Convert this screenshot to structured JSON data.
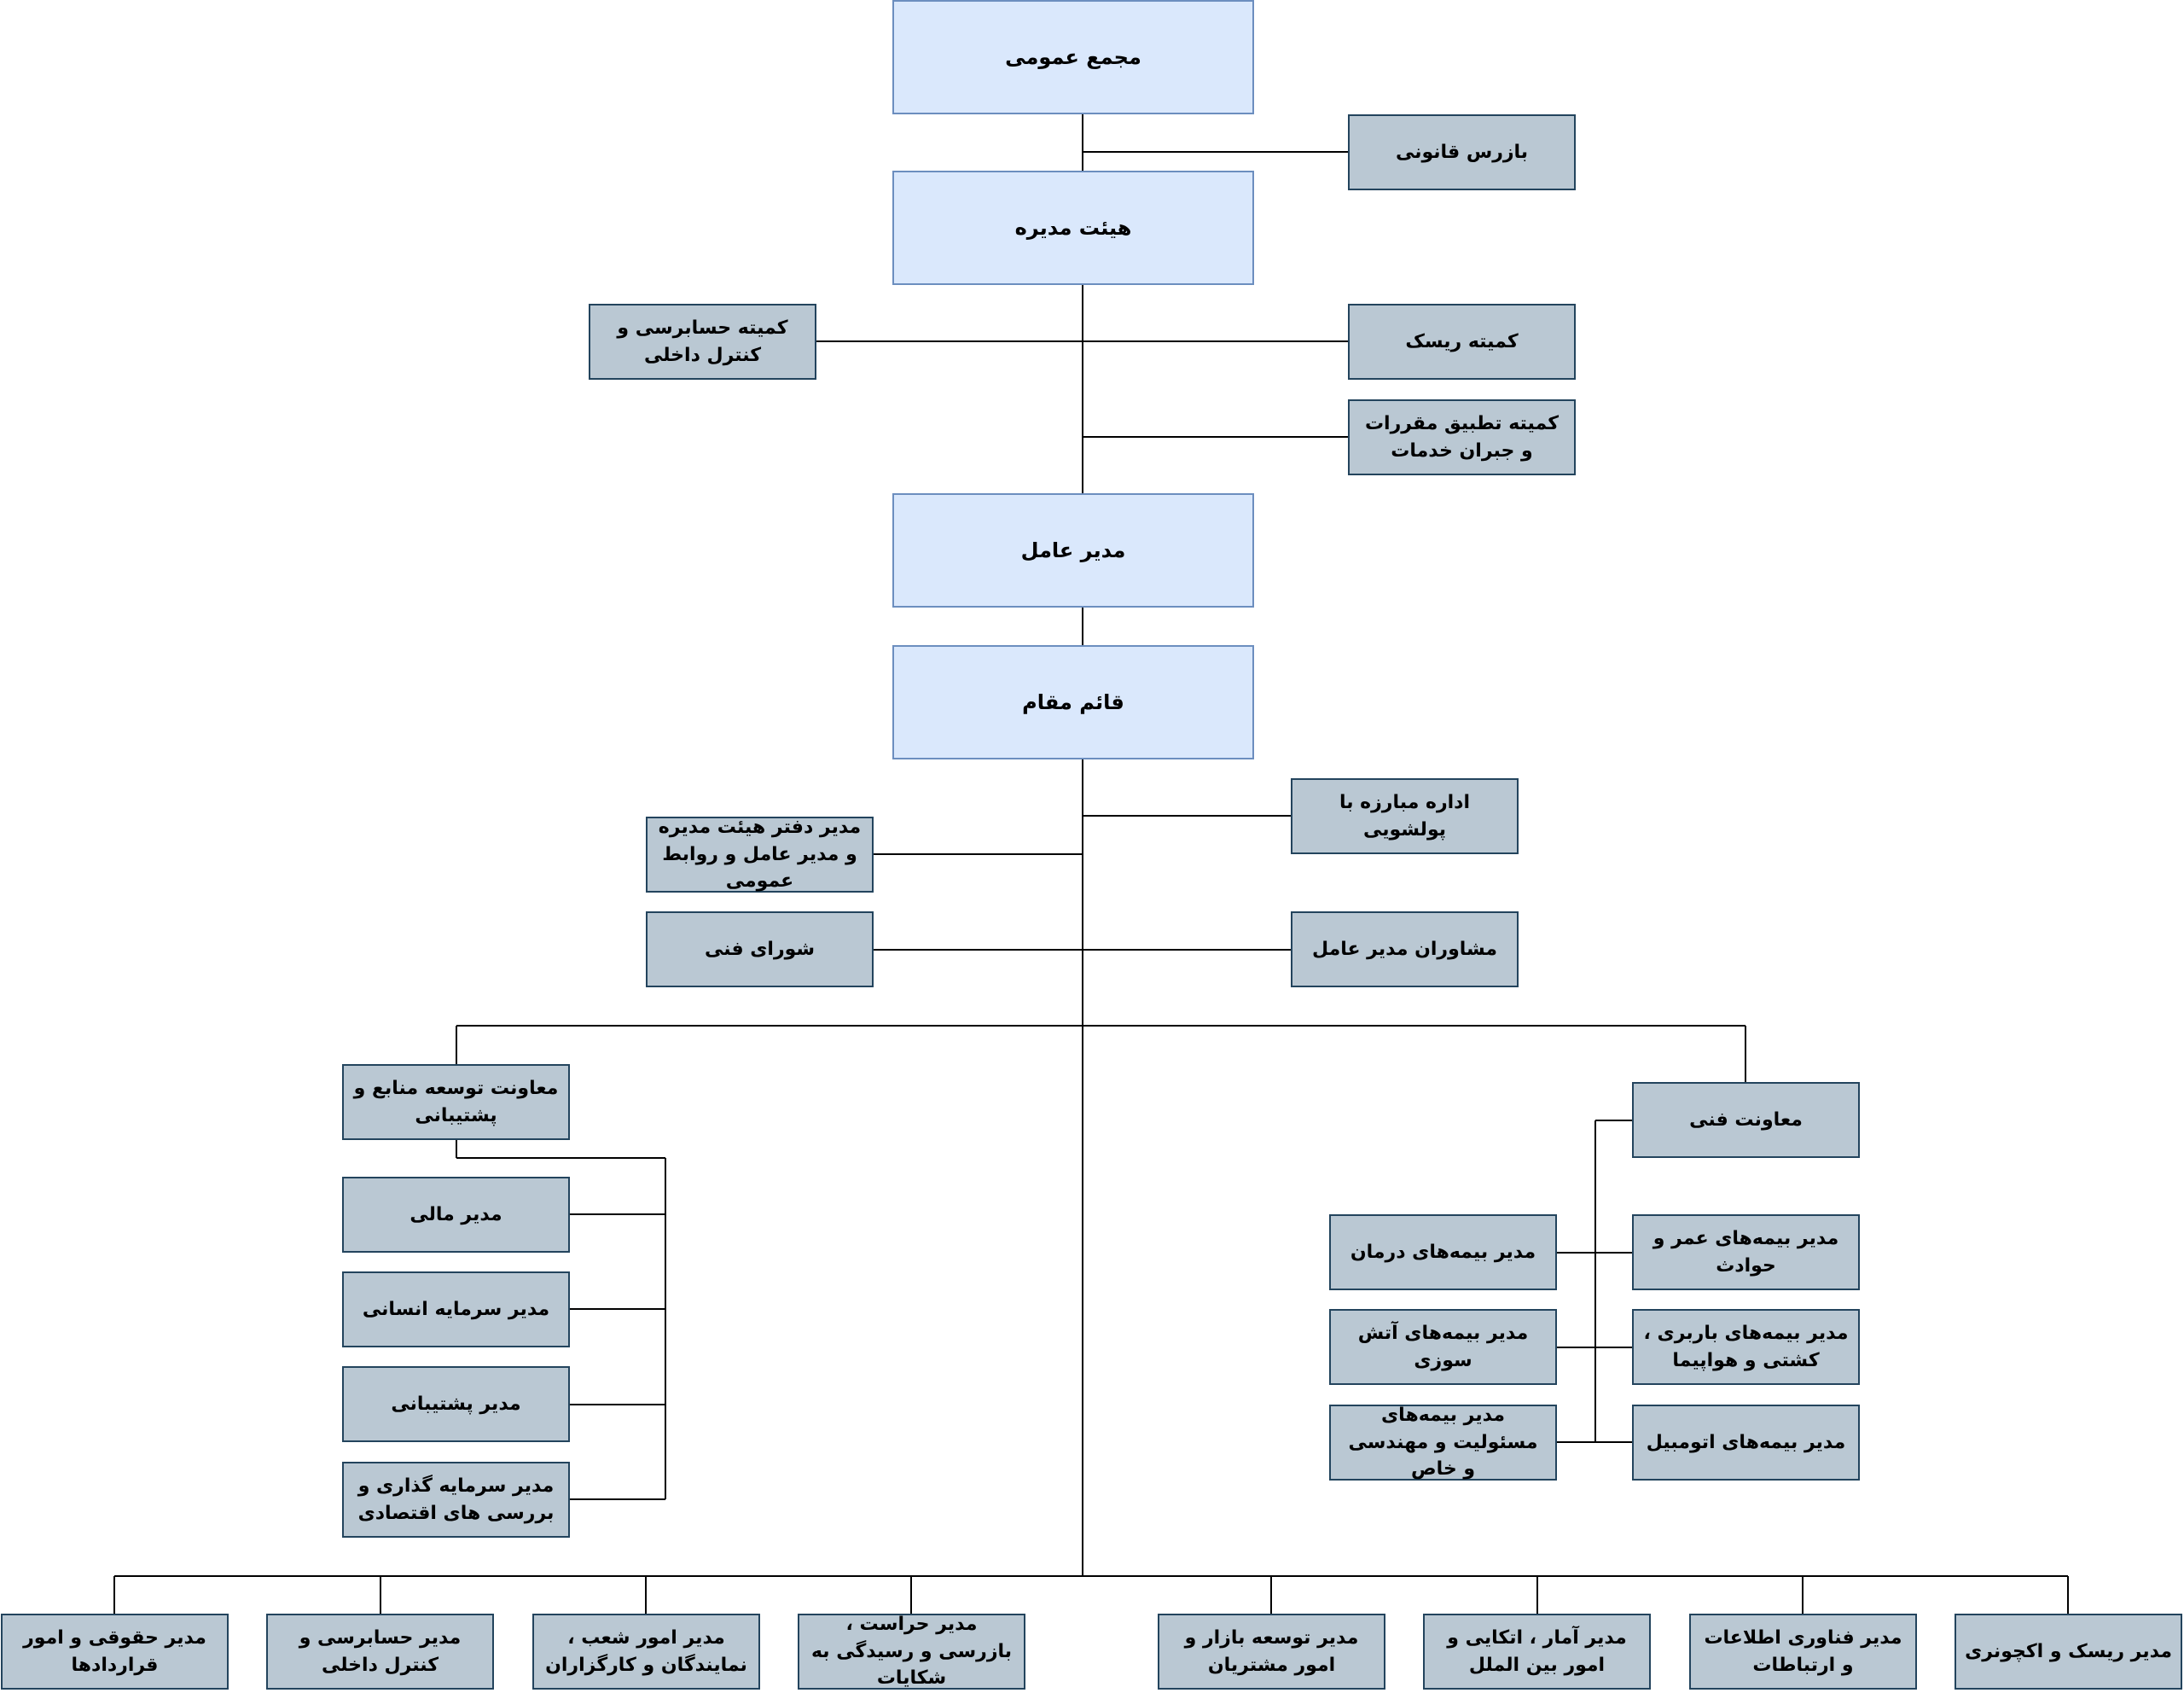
{
  "nodes": {
    "general_assembly": "مجمع عمومی",
    "legal_inspector": "بازرس قانونی",
    "board": "هیئت مدیره",
    "audit_committee": "کمیته حسابرسی و کنترل داخلی",
    "risk_committee": "کمیته ریسک",
    "compliance_committee": "کمیته تطبیق مقررات و جبران خدمات",
    "ceo": "مدیر عامل",
    "deputy": "قائم مقام",
    "aml_office": "اداره مبارزه با پولشویی",
    "board_office": "مدیر دفتر هیئت مدیره و مدیر عامل و روابط عمومی",
    "technical_council": "شورای فنی",
    "ceo_advisors": "مشاوران مدیر عامل",
    "resources_vp": "معاونت توسعه منابع و پشتیبانی",
    "technical_vp": "معاونت فنی",
    "finance": "مدیر مالی",
    "hr": "مدیر سرمایه انسانی",
    "support": "مدیر پشتیبانی",
    "investment": "مدیر سرمایه گذاری و بررسی های اقتصادی",
    "health_ins": "مدیر بیمه‌های درمان",
    "life_ins": "مدیر بیمه‌های عمر و حوادث",
    "fire_ins": "مدیر بیمه‌های آتش سوزی",
    "cargo_ins": "مدیر بیمه‌های  باربری ، کشتی و هواپیما",
    "liability_ins": "مدیر بیمه‌های مسئولیت و مهندسی و خاص",
    "auto_ins": "مدیر بیمه‌های اتومبیل",
    "legal": "مدیر حقوقی و امور قراردادها",
    "internal_audit": "مدیر حسابرسی و کنترل داخلی",
    "branches": "مدیر امور شعب ، نمایندگان و کارگزاران",
    "security": "مدیر حراست ، بازرسی و رسیدگی به شکایات",
    "marketing": "مدیر توسعه بازار و امور مشتریان",
    "stats_reins": "مدیر آمار ، اتکایی و امور بین الملل",
    "it": "مدیر فناوری اطلاعات و ارتباطات",
    "risk_actuary": "مدیر ریسک و اکچونری"
  },
  "colors": {
    "top_fill": "#dae8fc",
    "top_border": "#6c8ebf",
    "sub_fill": "#bac8d3",
    "sub_border": "#23445d",
    "line": "#000000"
  }
}
